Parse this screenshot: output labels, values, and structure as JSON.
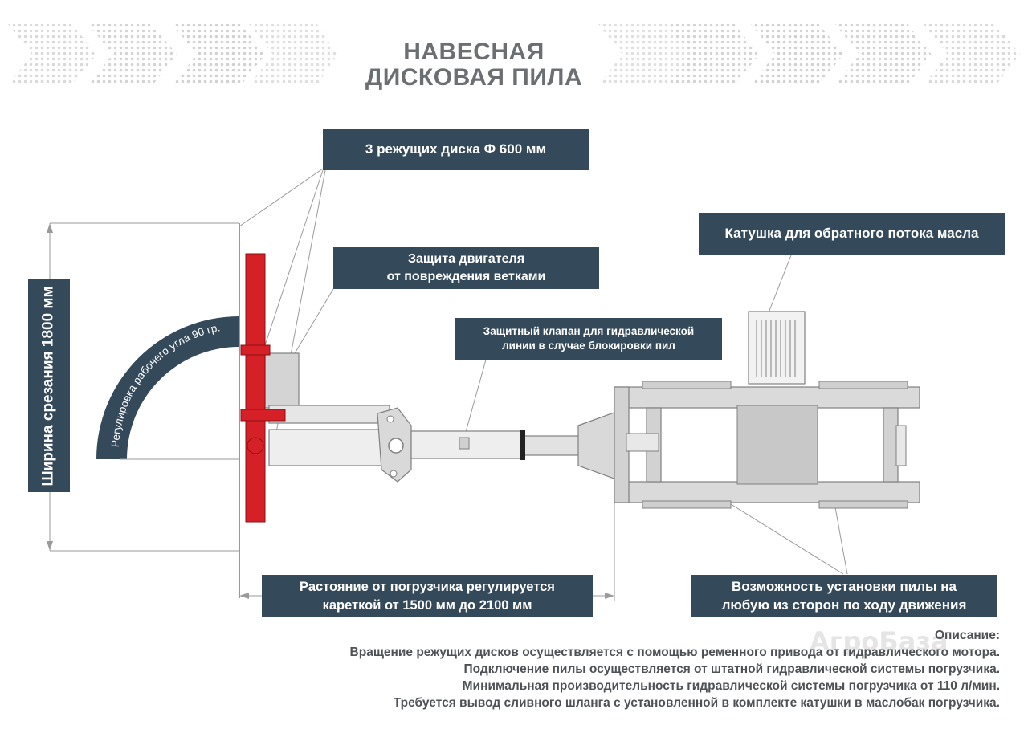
{
  "header": {
    "title_line1": "НАВЕСНАЯ",
    "title_line2": "ДИСКОВАЯ ПИЛА"
  },
  "labels": {
    "discs": "3 режущих диска Ф 600 мм",
    "engine_protect_1": "Защита двигателя",
    "engine_protect_2": "от повреждения ветками",
    "valve_1": "Защитный клапан для гидравлической",
    "valve_2": "линии в случае блокировки пил",
    "coil": "Катушка для обратного потока масла",
    "width": "Ширина срезания 1800 мм",
    "angle_arc": "Регулировка рабочего угла 90 гр.",
    "distance_1": "Растояние от погрузчика регулируется",
    "distance_2": "кареткой от 1500 мм до 2100 мм",
    "sides_1": "Возможность установки пилы на",
    "sides_2": "любую из сторон по ходу движения"
  },
  "description": {
    "heading": "Описание:",
    "lines": [
      "Вращение режущих дисков осуществляется с помощью ременного привода от гидравлического мотора.",
      "Подключение пилы осуществляется от штатной гидравлической системы погрузчика.",
      "Минимальная производительность гидравлической системы погрузчика от 110 л/мин.",
      "Требуется вывод сливного шланга с установленной в комплекте катушки в маслобак погрузчика."
    ]
  },
  "watermark": "АгроБаза",
  "colors": {
    "label_bg": "#34495a",
    "saw_red": "#d62027",
    "frame_gray": "#d9d9d9",
    "outline": "#808080"
  }
}
